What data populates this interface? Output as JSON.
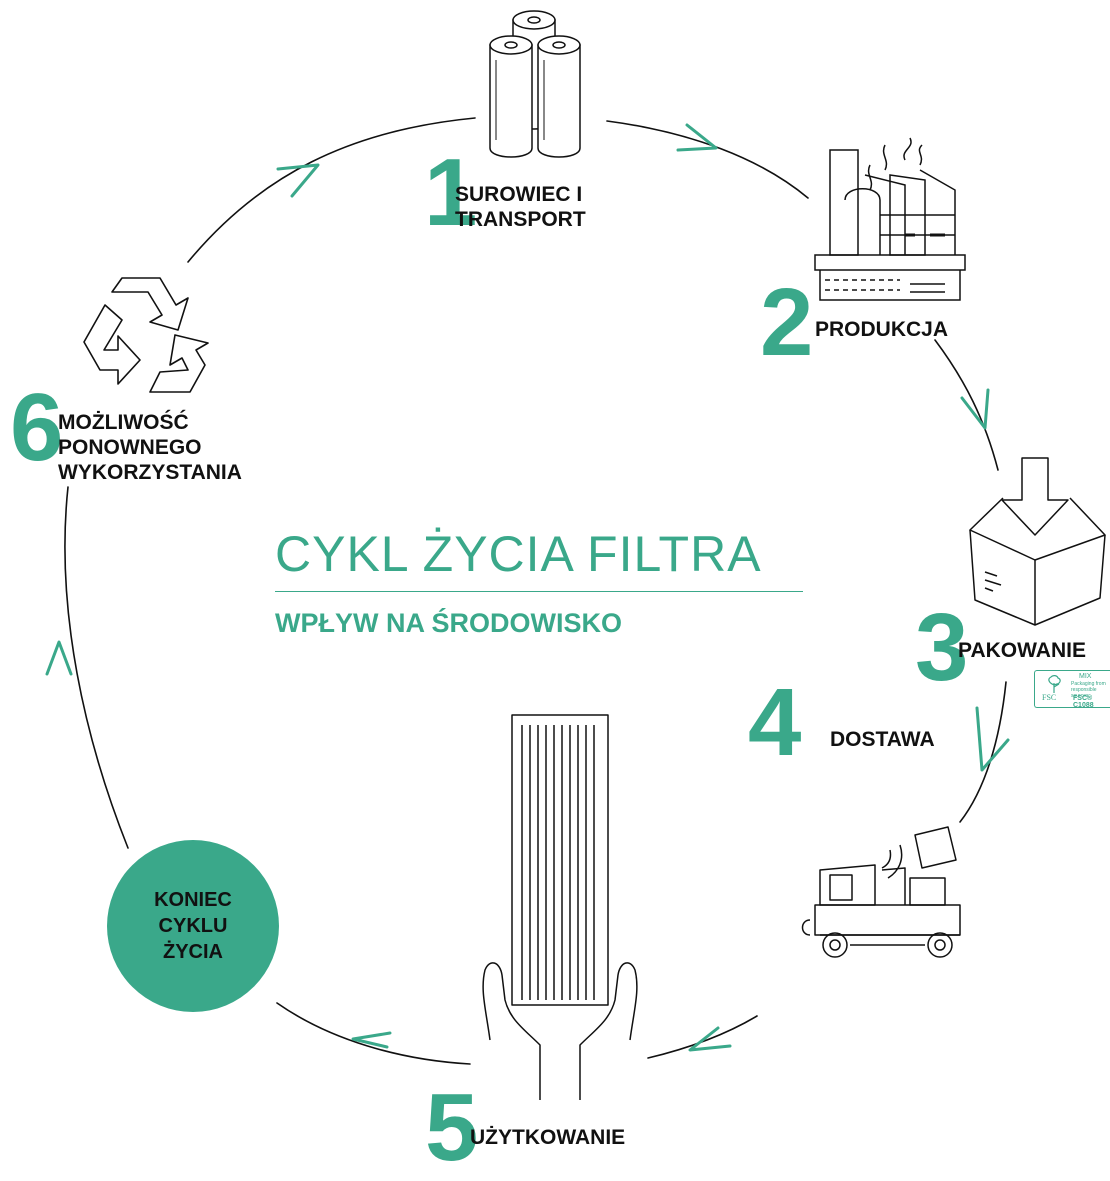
{
  "title": "CYKL ŻYCIA FILTRA",
  "subtitle": "WPŁYW NA ŚRODOWISKO",
  "steps": [
    {
      "number": "1",
      "lines": [
        "SUROWIEC I",
        "TRANSPORT"
      ],
      "icon": "paper-rolls-icon"
    },
    {
      "number": "2",
      "lines": [
        "PRODUKCJA"
      ],
      "icon": "factory-icon"
    },
    {
      "number": "3",
      "lines": [
        "PAKOWANIE"
      ],
      "icon": "box-icon"
    },
    {
      "number": "4",
      "lines": [
        "DOSTAWA"
      ],
      "icon": "truck-icon"
    },
    {
      "number": "5",
      "lines": [
        "UŻYTKOWANIE"
      ],
      "icon": "hands-filter-icon"
    },
    {
      "number": "6",
      "lines": [
        "MOŻLIWOŚĆ",
        "PONOWNEGO",
        "WYKORZYSTANIA"
      ],
      "icon": "recycle-icon"
    }
  ],
  "end": {
    "lines": [
      "KONIEC",
      "CYKLU",
      "ŻYCIA"
    ]
  },
  "fsc": {
    "mix": "MIX",
    "text": "Packaging from responsible sources",
    "code": "FSC® C1088",
    "brand": "FSC"
  },
  "colors": {
    "accent": "#3aa88a",
    "line": "#111111"
  }
}
